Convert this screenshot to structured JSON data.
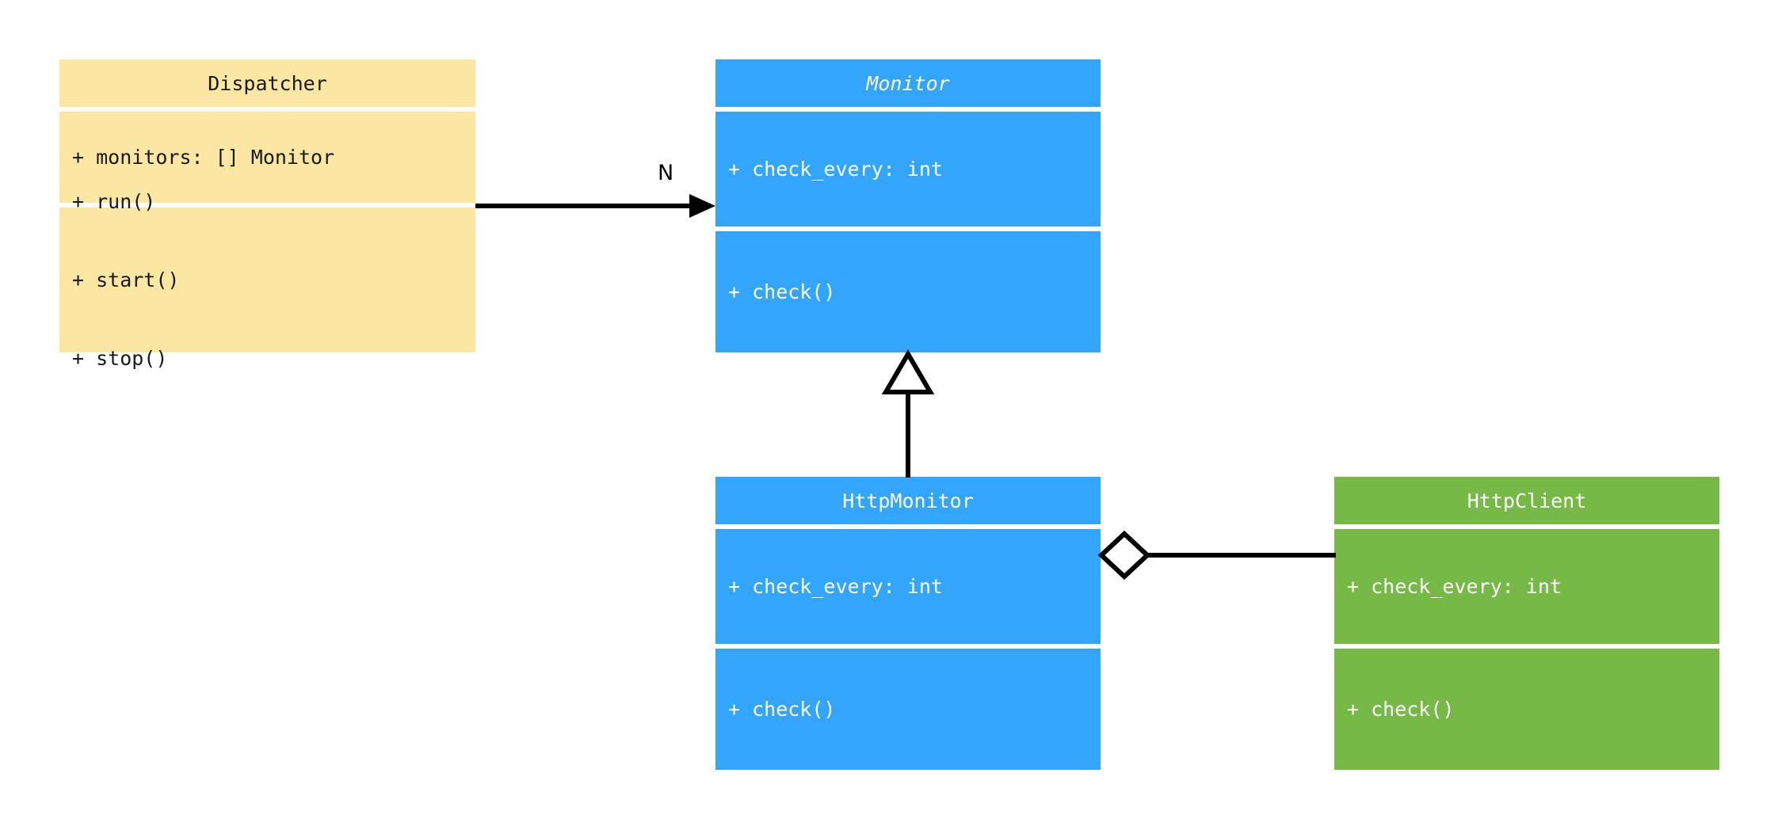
{
  "diagram": {
    "kind": "uml-class-diagram",
    "background": "#ffffff",
    "palette": {
      "yellow": "#fce7a2",
      "blue": "#33a5fc",
      "green": "#76b947",
      "line": "#000000",
      "text_dark": "#1a1a1a",
      "text_light": "#ffffff"
    }
  },
  "classes": {
    "dispatcher": {
      "name": "Dispatcher",
      "abstract": false,
      "attributes": [
        "+ monitors: [] Monitor"
      ],
      "methods": [
        "+ run()",
        "+ start()",
        "+ stop()"
      ]
    },
    "monitor": {
      "name": "Monitor",
      "abstract": true,
      "attributes": [
        "+ check_every: int"
      ],
      "methods": [
        "+ check()"
      ]
    },
    "http_monitor": {
      "name": "HttpMonitor",
      "abstract": false,
      "attributes": [
        "+ check_every: int"
      ],
      "methods": [
        "+ check()"
      ]
    },
    "http_client": {
      "name": "HttpClient",
      "abstract": false,
      "attributes": [
        "+ check_every: int"
      ],
      "methods": [
        "+ check()"
      ]
    }
  },
  "relationships": {
    "dispatcher_to_monitor": {
      "type": "association",
      "from": "Dispatcher",
      "to": "Monitor",
      "label": "N"
    },
    "http_monitor_to_monitor": {
      "type": "generalization",
      "from": "HttpMonitor",
      "to": "Monitor",
      "label": ""
    },
    "http_monitor_to_http_client": {
      "type": "aggregation",
      "from": "HttpMonitor",
      "to": "HttpClient",
      "label": ""
    }
  }
}
